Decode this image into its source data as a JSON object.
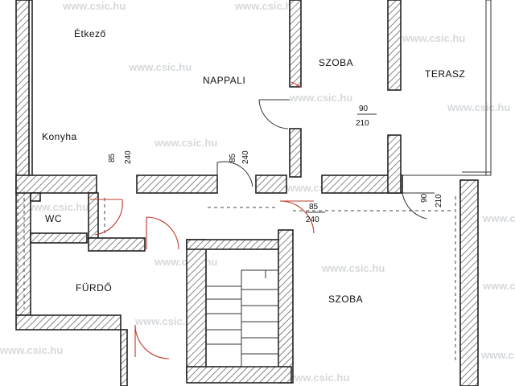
{
  "rooms": {
    "etkezo": "Étkező",
    "nappali": "NAPPALI",
    "szoba_top": "SZOBA",
    "terasz": "TERASZ",
    "konyha": "Konyha",
    "wc": "WC",
    "furdo": "FÜRDŐ",
    "szoba_bottom": "SZOBA"
  },
  "dimensions": {
    "door1_width": "85",
    "door1_height": "240",
    "door2_width": "85",
    "door2_height": "240",
    "door3_width": "90",
    "door3_height": "210",
    "door4_width": "85",
    "door4_height": "240",
    "door5_width": "90",
    "door5_height": "210"
  },
  "watermark": "www.csic.hu",
  "colors": {
    "wall_outline": "#222222",
    "door_swing": "#c0392b",
    "watermark": "#cfd3d6"
  }
}
